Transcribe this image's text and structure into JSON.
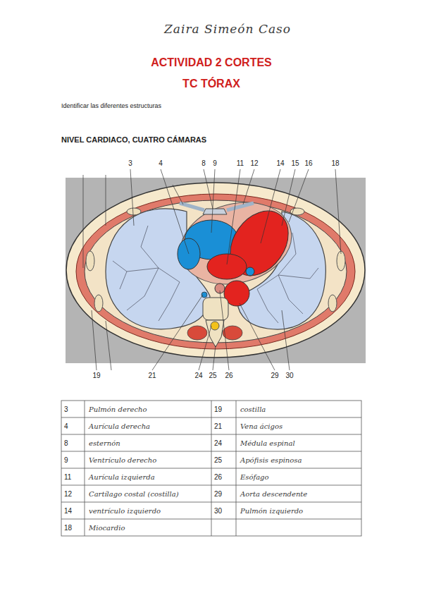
{
  "diagram": {
    "title": "ACTIVIDAD 2 CORTES",
    "labels": [
      "Zaira Simeón Caso",
      "TC TÓRAX",
      "Identificar las diferentes estructuras",
      "NIVEL CARDIACO, CUATRO CÁMARAS",
      "3",
      "4",
      "8",
      "9",
      "11",
      "12",
      "14",
      "15",
      "16",
      "18",
      "19",
      "21",
      "24",
      "25",
      "26",
      "29",
      "30",
      "3",
      "Pulmón derecho",
      "19",
      "costilla",
      "4",
      "Aurícula derecha",
      "21",
      "Vena ácigos",
      "8",
      "esternón",
      "24",
      "Médula espinal",
      "9",
      "Ventrículo derecho",
      "25",
      "Apófisis espinosa",
      "11",
      "Aurícula izquierda",
      "26",
      "Esófago",
      "12",
      "Cartílago costal (costilla)",
      "29",
      "Aorta descendente",
      "14",
      "ventrículo izquierdo",
      "30",
      "Pulmón izquierdo",
      "18",
      "Miocardio"
    ]
  }
}
